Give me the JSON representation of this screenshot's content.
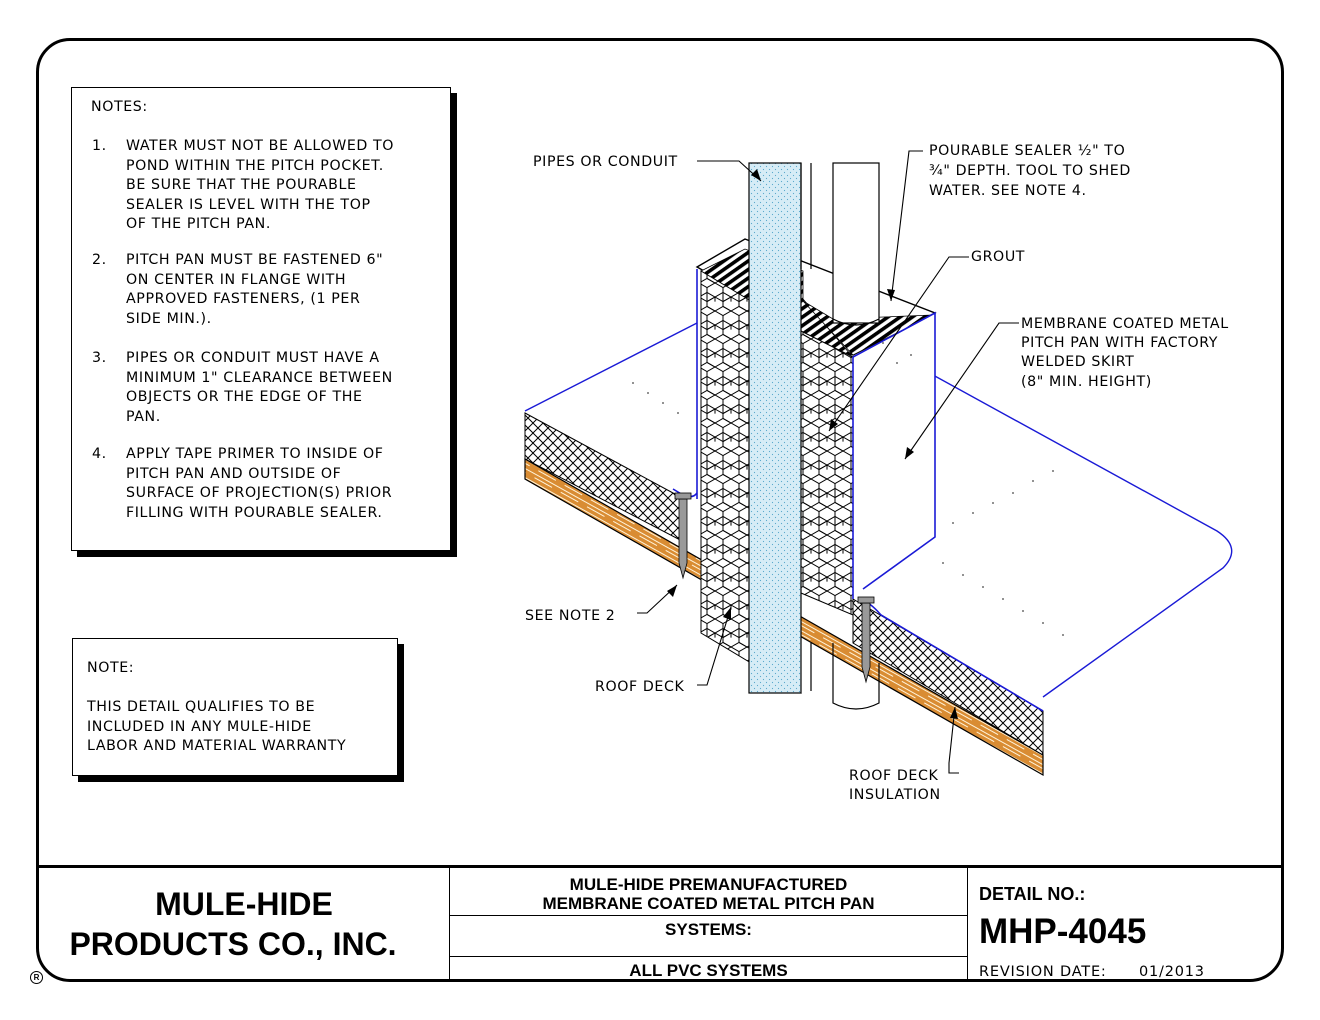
{
  "notes_box": {
    "title": "NOTES:",
    "items": [
      {
        "num": "1.",
        "text": "WATER MUST NOT BE ALLOWED TO\nPOND WITHIN THE PITCH POCKET.\nBE SURE THAT THE POURABLE\nSEALER IS LEVEL WITH THE TOP\nOF THE PITCH PAN."
      },
      {
        "num": "2.",
        "text": "PITCH PAN MUST BE FASTENED 6\"\nON CENTER IN FLANGE WITH\nAPPROVED FASTENERS, (1 PER\nSIDE MIN.)."
      },
      {
        "num": "3.",
        "text": "PIPES OR CONDUIT MUST HAVE A\nMINIMUM 1\" CLEARANCE BETWEEN\nOBJECTS OR THE EDGE OF THE\nPAN."
      },
      {
        "num": "4.",
        "text": "APPLY TAPE PRIMER TO INSIDE OF\nPITCH PAN AND OUTSIDE OF\nSURFACE OF PROJECTION(S) PRIOR\nFILLING WITH POURABLE SEALER."
      }
    ]
  },
  "warranty_box": {
    "title": "NOTE:",
    "text": "THIS DETAIL QUALIFIES TO BE\nINCLUDED IN ANY MULE-HIDE\nLABOR AND MATERIAL WARRANTY"
  },
  "callouts": {
    "pipes": "PIPES OR CONDUIT",
    "sealer": [
      "POURABLE SEALER ½\" TO",
      "¾\" DEPTH. TOOL TO SHED",
      "WATER. SEE NOTE 4."
    ],
    "grout": "GROUT",
    "membrane": [
      "MEMBRANE COATED METAL",
      "PITCH PAN WITH FACTORY",
      "WELDED SKIRT",
      "(8\" MIN. HEIGHT)"
    ],
    "see_note": "SEE NOTE 2",
    "roof_deck": "ROOF DECK",
    "insulation": [
      "ROOF DECK",
      "INSULATION"
    ]
  },
  "title_block": {
    "company_line1": "MULE-HIDE",
    "company_line2": "PRODUCTS CO., INC.",
    "registered_mark": "R",
    "product_line1": "MULE-HIDE PREMANUFACTURED",
    "product_line2": "MEMBRANE COATED METAL PITCH PAN",
    "systems_label": "SYSTEMS:",
    "systems_value": "ALL PVC SYSTEMS",
    "detail_label": "DETAIL NO.:",
    "detail_number": "MHP-4045",
    "revision_label": "REVISION DATE:",
    "revision_date": "01/2013"
  },
  "colors": {
    "membrane_line": "#1a1ad6",
    "deck_fill": "#d98c33",
    "pipe_fill": "#cfe6f2"
  }
}
